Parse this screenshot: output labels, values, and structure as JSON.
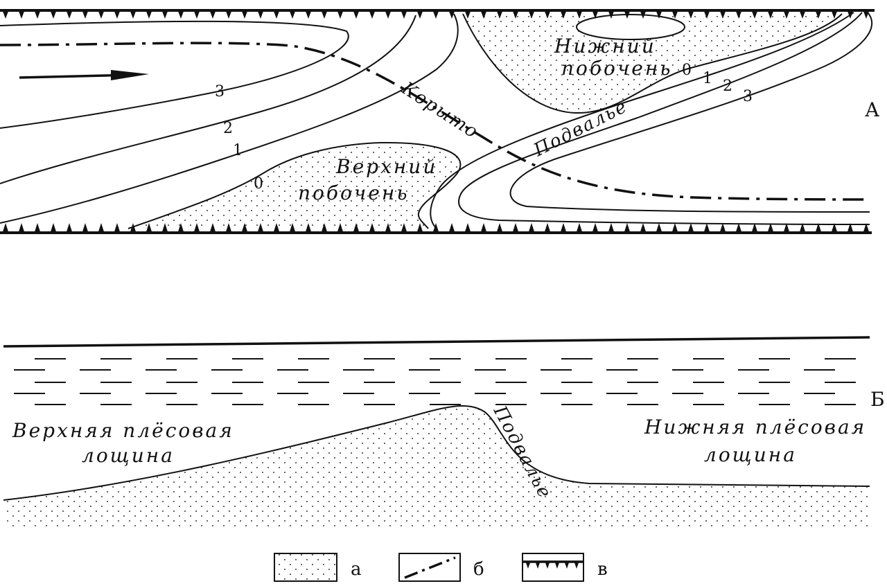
{
  "panel_a": {
    "side_label": "А",
    "labels": {
      "lower_bar_1": "Нижний",
      "lower_bar_2": "побочень",
      "upper_bar_1": "Верхний",
      "upper_bar_2": "побочень",
      "trough": "Корыто",
      "rapids": "Подвалье"
    },
    "isobath_labels": [
      "3",
      "2",
      "1",
      "0",
      "0",
      "1",
      "2",
      "3"
    ]
  },
  "panel_b": {
    "side_label": "Б",
    "labels": {
      "upper_pool_1": "Верхняя плёсовая",
      "upper_pool_2": "лощина",
      "lower_pool_1": "Нижняя плёсовая",
      "lower_pool_2": "лощина",
      "rapids": "Подвалье"
    }
  },
  "legend": [
    {
      "symbol": "sand-dots",
      "label": "а"
    },
    {
      "symbol": "dash-dot-line",
      "label": "б"
    },
    {
      "symbol": "bank-line",
      "label": "в"
    }
  ],
  "colors": {
    "ink": "#111111",
    "paper": "#ffffff"
  }
}
